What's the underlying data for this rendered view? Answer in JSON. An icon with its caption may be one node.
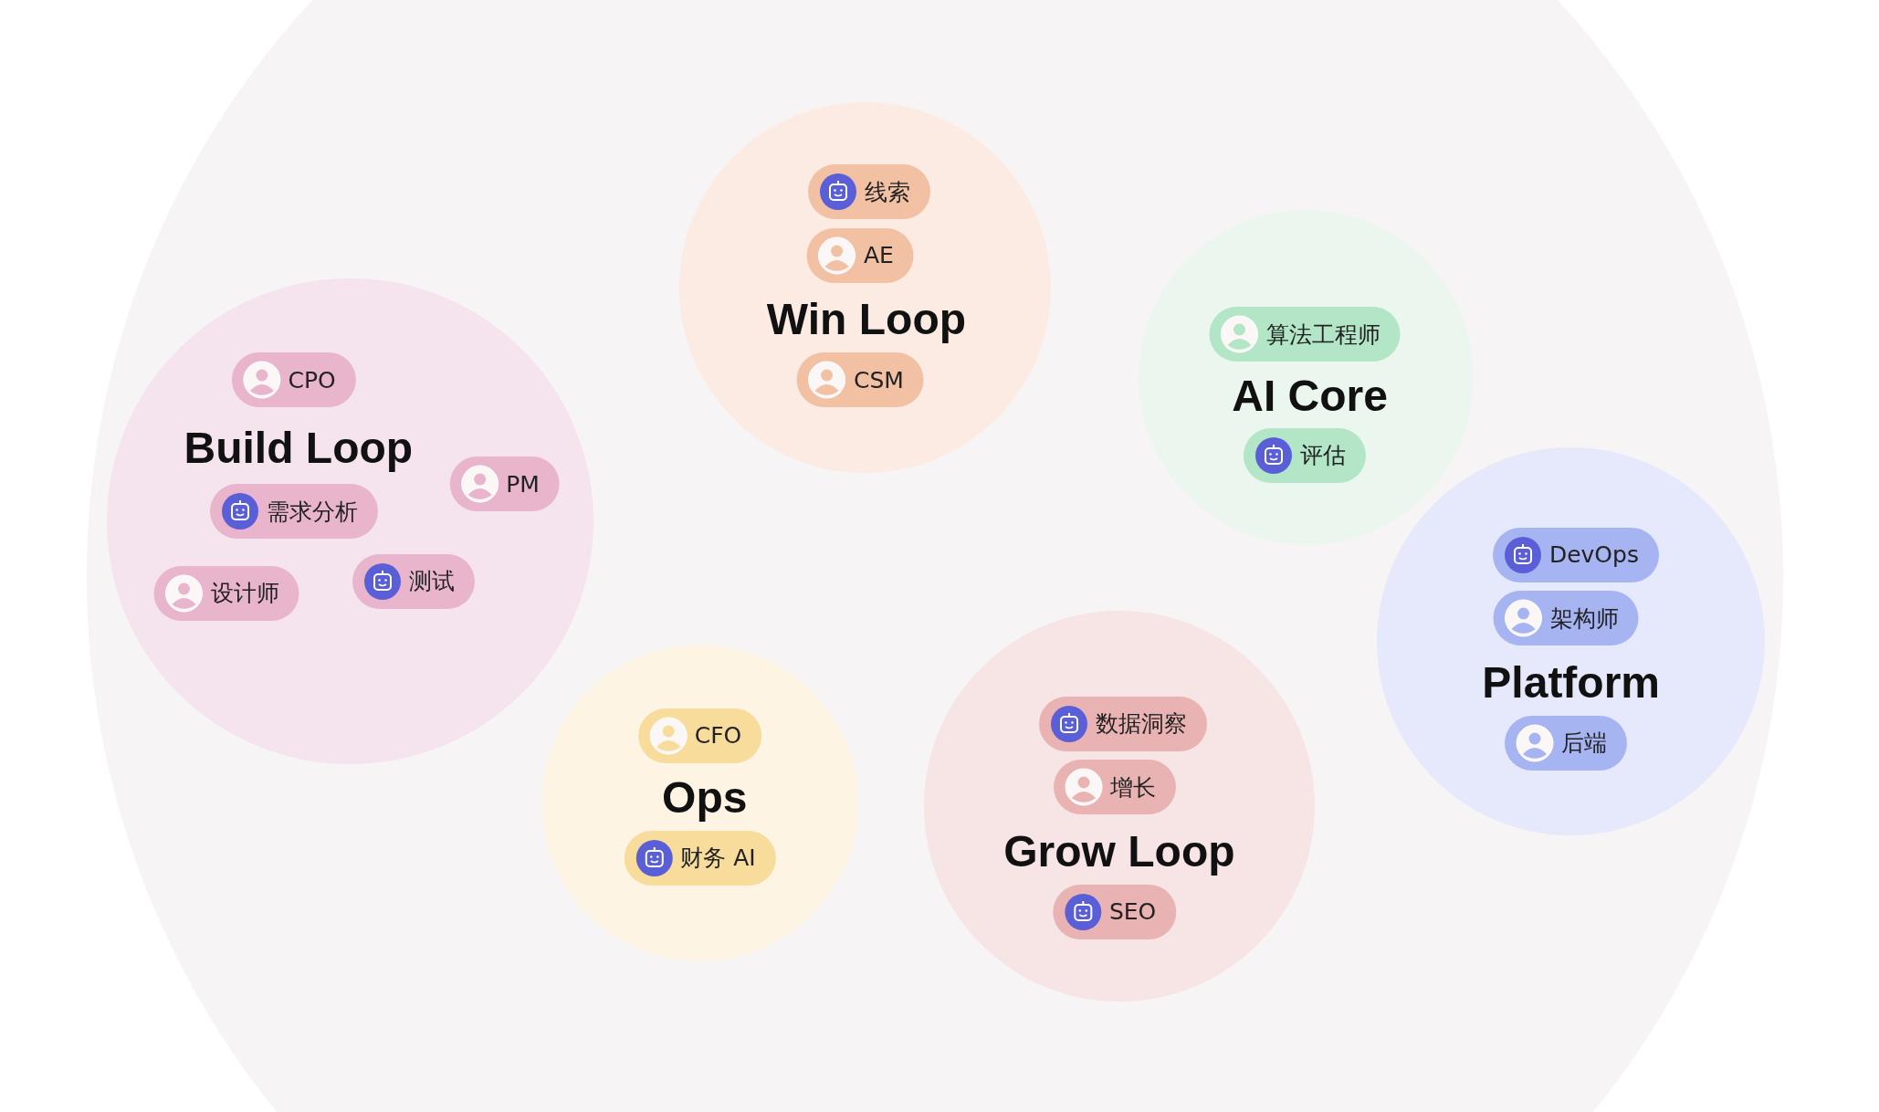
{
  "diagram": {
    "nodes": [
      {
        "text": [],
        "shape": "circle"
      },
      {
        "text": [
          "Win Loop"
        ],
        "in": 0
      },
      {
        "text": [
          "线索"
        ],
        "in": 1
      },
      {
        "text": [
          "AE"
        ],
        "in": 1
      },
      {
        "text": [
          "CSM"
        ],
        "in": 1
      },
      {
        "text": [
          "AI Core"
        ],
        "in": 0
      },
      {
        "text": [
          "算法工程师"
        ],
        "in": 5
      },
      {
        "text": [
          "评估"
        ],
        "in": 5
      },
      {
        "text": [
          "Build Loop"
        ],
        "in": 0
      },
      {
        "text": [
          "CPO"
        ],
        "in": 8
      },
      {
        "text": [
          "PM"
        ],
        "in": 8
      },
      {
        "text": [
          "需求分析"
        ],
        "in": 8
      },
      {
        "text": [
          "设计师"
        ],
        "in": 8
      },
      {
        "text": [
          "测试"
        ],
        "in": 8
      },
      {
        "text": [
          "Platform"
        ],
        "in": 0
      },
      {
        "text": [
          "DevOps"
        ],
        "in": 14
      },
      {
        "text": [
          "架构师"
        ],
        "in": 14
      },
      {
        "text": [
          "后端"
        ],
        "in": 14
      },
      {
        "text": [
          "Ops"
        ],
        "in": 0
      },
      {
        "text": [
          "CFO"
        ],
        "in": 18
      },
      {
        "text": [
          "财务 AI"
        ],
        "in": 18
      },
      {
        "text": [
          "Grow Loop"
        ],
        "in": 0
      },
      {
        "text": [
          "数据洞察"
        ],
        "in": 21
      },
      {
        "text": [
          "增长"
        ],
        "in": 21
      },
      {
        "text": [
          "SEO"
        ],
        "in": 21
      }
    ]
  }
}
